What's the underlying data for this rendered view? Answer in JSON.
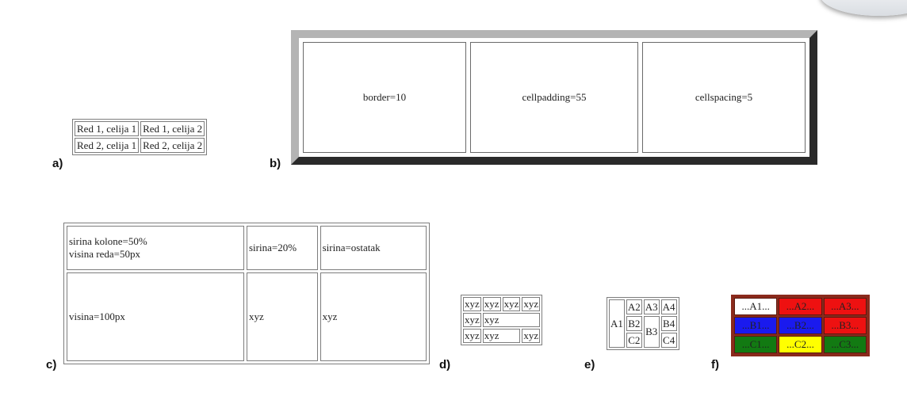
{
  "labels": {
    "a": "a)",
    "b": "b)",
    "c": "c)",
    "d": "d)",
    "e": "e)",
    "f": "f)"
  },
  "table_a": {
    "rows": [
      [
        "Red 1, celija 1",
        "Red 1, celija 2"
      ],
      [
        "Red 2, celija 1",
        "Red 2, celija 2"
      ]
    ]
  },
  "table_b": {
    "cells": [
      "border=10",
      "cellpadding=55",
      "cellspacing=5"
    ]
  },
  "table_c": {
    "r1c1_line1": "sirina kolone=50%",
    "r1c1_line2": "visina reda=50px",
    "r1c2": "sirina=20%",
    "r1c3": "sirina=ostatak",
    "r2c1": "visina=100px",
    "r2c2": "xyz",
    "r2c3": "xyz"
  },
  "table_d": {
    "cell": "xyz"
  },
  "table_e": {
    "a1": "A1",
    "a2": "A2",
    "a3": "A3",
    "a4": "A4",
    "b2": "B2",
    "b3": "B3",
    "b4": "B4",
    "c2": "C2",
    "c4": "C4"
  },
  "table_f": {
    "cells": [
      [
        "...A1...",
        "...A2...",
        "...A3..."
      ],
      [
        "...B1...",
        "...B2...",
        "...B3..."
      ],
      [
        "...C1...",
        "...C2...",
        "...C3..."
      ]
    ],
    "colors": {
      "white": "#ffffff",
      "red": "#ee1111",
      "blue": "#1a1aee",
      "green": "#127a12",
      "yellow": "#ffff00"
    }
  }
}
